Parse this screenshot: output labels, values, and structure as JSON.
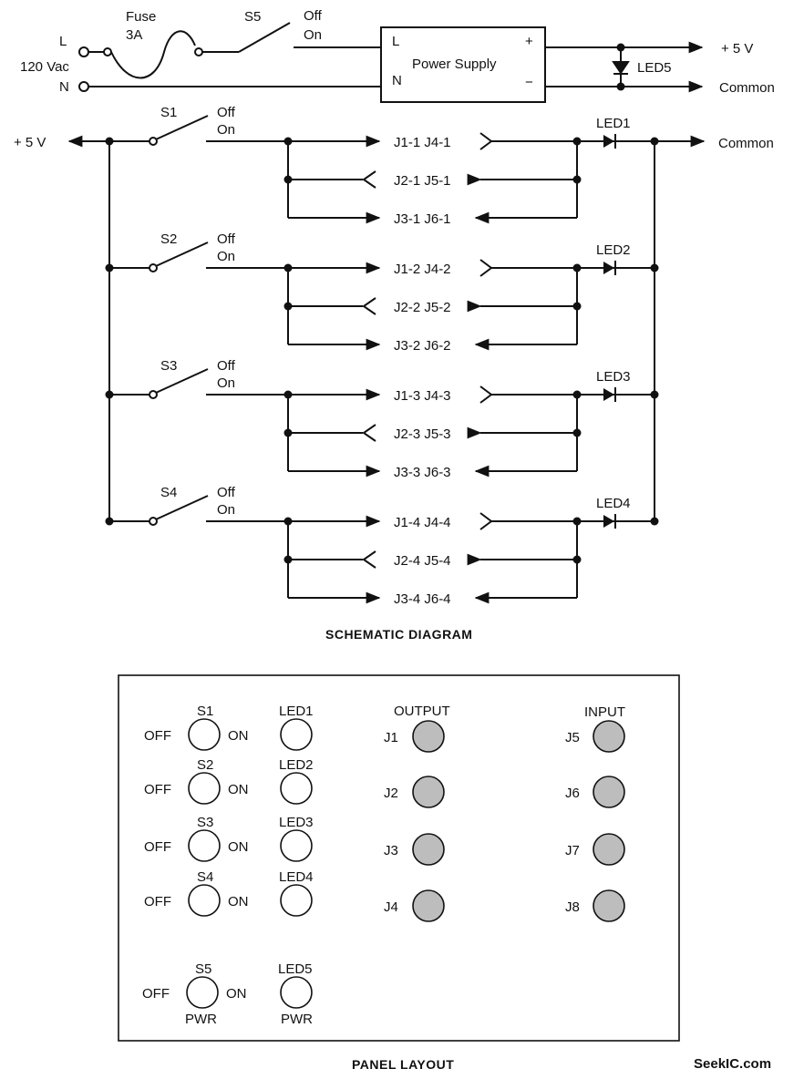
{
  "colors": {
    "ink": "#111111",
    "paper": "#ffffff",
    "jack_fill": "#bdbdbd"
  },
  "schematic": {
    "title": "SCHEMATIC DIAGRAM",
    "mains": {
      "line_label": "L",
      "neutral_label": "N",
      "voltage_label": "120 Vac",
      "fuse_label": "Fuse",
      "fuse_rating": "3A",
      "switch_label": "S5",
      "switch_off": "Off",
      "switch_on": "On"
    },
    "power_supply": {
      "label": "Power Supply",
      "in_line": "L",
      "in_neutral": "N",
      "out_plus": "+",
      "out_minus": "−"
    },
    "outputs": {
      "plus_5v": "+ 5 V",
      "common": "Common",
      "led": "LED5"
    },
    "bus": {
      "left_label": "+ 5 V",
      "right_label": "Common"
    },
    "channels": [
      {
        "switch": "S1",
        "off": "Off",
        "on": "On",
        "led": "LED1",
        "jacks": [
          "J1-1 J4-1",
          "J2-1 J5-1",
          "J3-1 J6-1"
        ]
      },
      {
        "switch": "S2",
        "off": "Off",
        "on": "On",
        "led": "LED2",
        "jacks": [
          "J1-2 J4-2",
          "J2-2 J5-2",
          "J3-2 J6-2"
        ]
      },
      {
        "switch": "S3",
        "off": "Off",
        "on": "On",
        "led": "LED3",
        "jacks": [
          "J1-3 J4-3",
          "J2-3 J5-3",
          "J3-3 J6-3"
        ]
      },
      {
        "switch": "S4",
        "off": "Off",
        "on": "On",
        "led": "LED4",
        "jacks": [
          "J1-4 J4-4",
          "J2-4 J5-4",
          "J3-4 J6-4"
        ]
      }
    ]
  },
  "panel": {
    "title": "PANEL LAYOUT",
    "switch_rows": [
      {
        "switch": "S1",
        "off": "OFF",
        "on": "ON",
        "led": "LED1"
      },
      {
        "switch": "S2",
        "off": "OFF",
        "on": "ON",
        "led": "LED2"
      },
      {
        "switch": "S3",
        "off": "OFF",
        "on": "ON",
        "led": "LED3"
      },
      {
        "switch": "S4",
        "off": "OFF",
        "on": "ON",
        "led": "LED4"
      }
    ],
    "power_row": {
      "switch": "S5",
      "off": "OFF",
      "on": "ON",
      "switch_sub": "PWR",
      "led": "LED5",
      "led_sub": "PWR"
    },
    "output_header": "OUTPUT",
    "input_header": "INPUT",
    "output_jacks": [
      "J1",
      "J2",
      "J3",
      "J4"
    ],
    "input_jacks": [
      "J5",
      "J6",
      "J7",
      "J8"
    ]
  },
  "watermark": "SeekIC.com"
}
